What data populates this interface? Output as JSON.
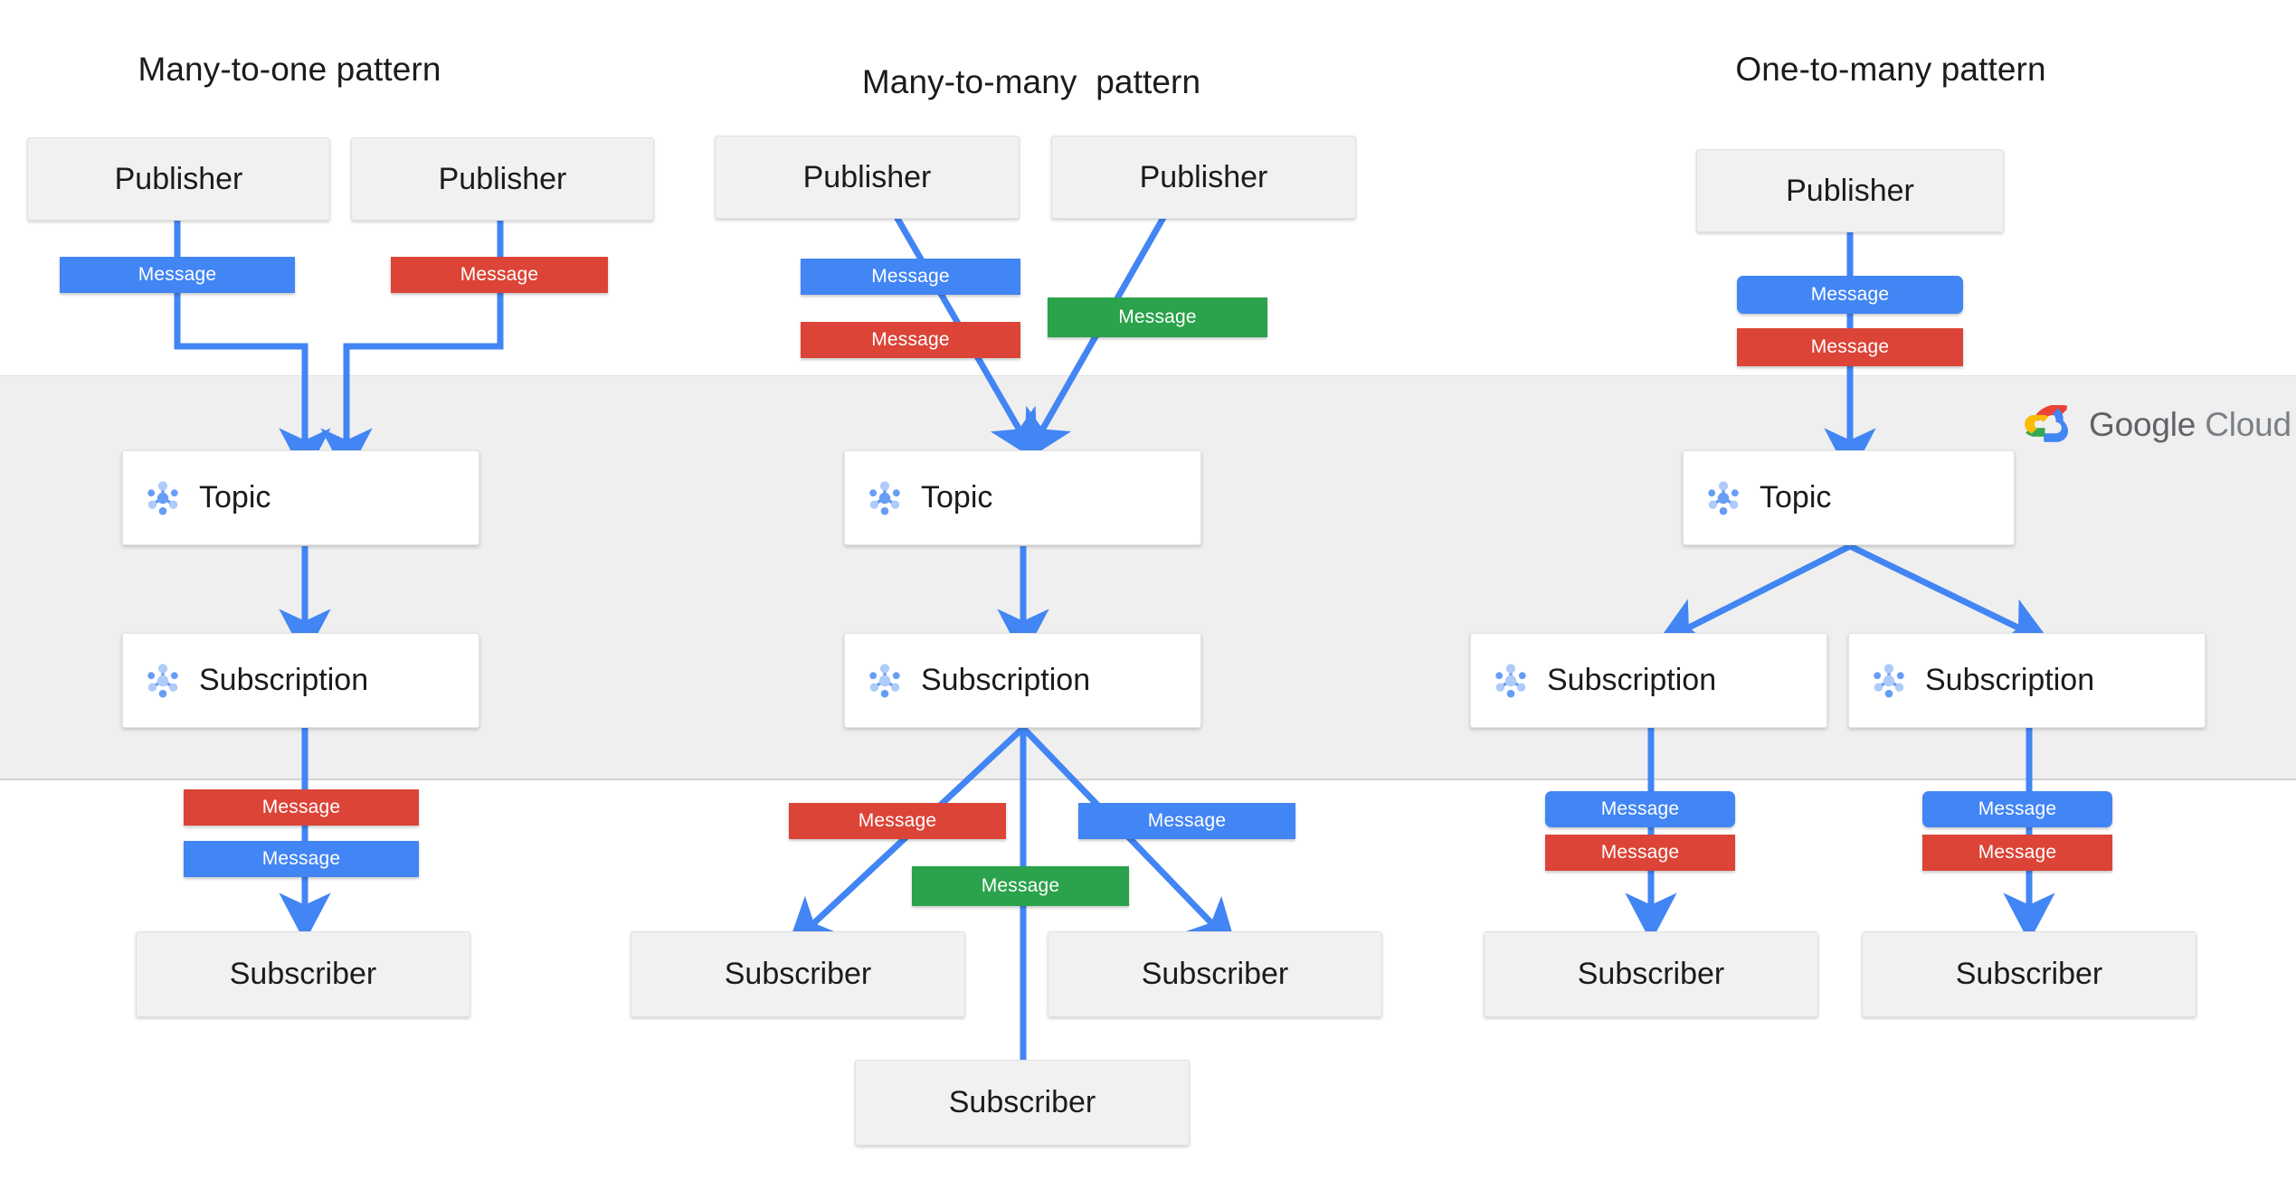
{
  "diagram": {
    "title_bar_brand": {
      "name": "Google Cloud",
      "word_one": "Google",
      "word_two": "Cloud",
      "icon": "google-cloud-logo"
    },
    "band": {
      "name": "google-cloud-managed-band",
      "fill": "#efefef"
    },
    "colors": {
      "message_blue": "#4285f4",
      "message_red": "#db4437",
      "message_green": "#2ba24c",
      "arrow_blue": "#4285f4",
      "actor_fill": "#f1f1f1",
      "resource_fill": "#ffffff",
      "band_fill": "#efefef",
      "text_dark": "#1b1b1b",
      "brand_gray": "#5f6368"
    },
    "labels": {
      "publisher": "Publisher",
      "subscriber": "Subscriber",
      "topic": "Topic",
      "subscription": "Subscription",
      "message": "Message"
    },
    "panels": [
      {
        "id": "many-to-one",
        "title": "Many-to-one pattern",
        "publishers": [
          {
            "label": "Publisher",
            "message": {
              "label": "Message",
              "color": "blue"
            }
          },
          {
            "label": "Publisher",
            "message": {
              "label": "Message",
              "color": "red"
            }
          }
        ],
        "topic": {
          "label": "Topic",
          "icon": "pubsub-topic-icon"
        },
        "subscriptions": [
          {
            "label": "Subscription",
            "icon": "pubsub-subscription-icon"
          }
        ],
        "delivery_messages": [
          {
            "label": "Message",
            "color": "red"
          },
          {
            "label": "Message",
            "color": "blue"
          }
        ],
        "subscribers": [
          {
            "label": "Subscriber"
          }
        ]
      },
      {
        "id": "many-to-many",
        "title": "Many-to-many  pattern",
        "publishers": [
          {
            "label": "Publisher",
            "message": {
              "label": "Message",
              "color": "blue"
            }
          },
          {
            "label": "Publisher",
            "message": {
              "label": "Message",
              "color": "green"
            }
          }
        ],
        "extra_publish_messages": [
          {
            "label": "Message",
            "color": "red"
          }
        ],
        "topic": {
          "label": "Topic",
          "icon": "pubsub-topic-icon"
        },
        "subscriptions": [
          {
            "label": "Subscription",
            "icon": "pubsub-subscription-icon"
          }
        ],
        "delivery_messages": [
          {
            "label": "Message",
            "color": "red"
          },
          {
            "label": "Message",
            "color": "blue"
          },
          {
            "label": "Message",
            "color": "green"
          }
        ],
        "subscribers": [
          {
            "label": "Subscriber"
          },
          {
            "label": "Subscriber"
          },
          {
            "label": "Subscriber"
          }
        ]
      },
      {
        "id": "one-to-many",
        "title": "One-to-many pattern",
        "publishers": [
          {
            "label": "Publisher",
            "message": {
              "label": "Message",
              "color": "blue"
            }
          }
        ],
        "extra_publish_messages": [
          {
            "label": "Message",
            "color": "red"
          }
        ],
        "topic": {
          "label": "Topic",
          "icon": "pubsub-topic-icon"
        },
        "subscriptions": [
          {
            "label": "Subscription",
            "icon": "pubsub-subscription-icon"
          },
          {
            "label": "Subscription",
            "icon": "pubsub-subscription-icon"
          }
        ],
        "delivery_messages": [
          {
            "label": "Message",
            "color": "blue"
          },
          {
            "label": "Message",
            "color": "red"
          },
          {
            "label": "Message",
            "color": "blue"
          },
          {
            "label": "Message",
            "color": "red"
          }
        ],
        "subscribers": [
          {
            "label": "Subscriber"
          },
          {
            "label": "Subscriber"
          }
        ]
      }
    ]
  }
}
